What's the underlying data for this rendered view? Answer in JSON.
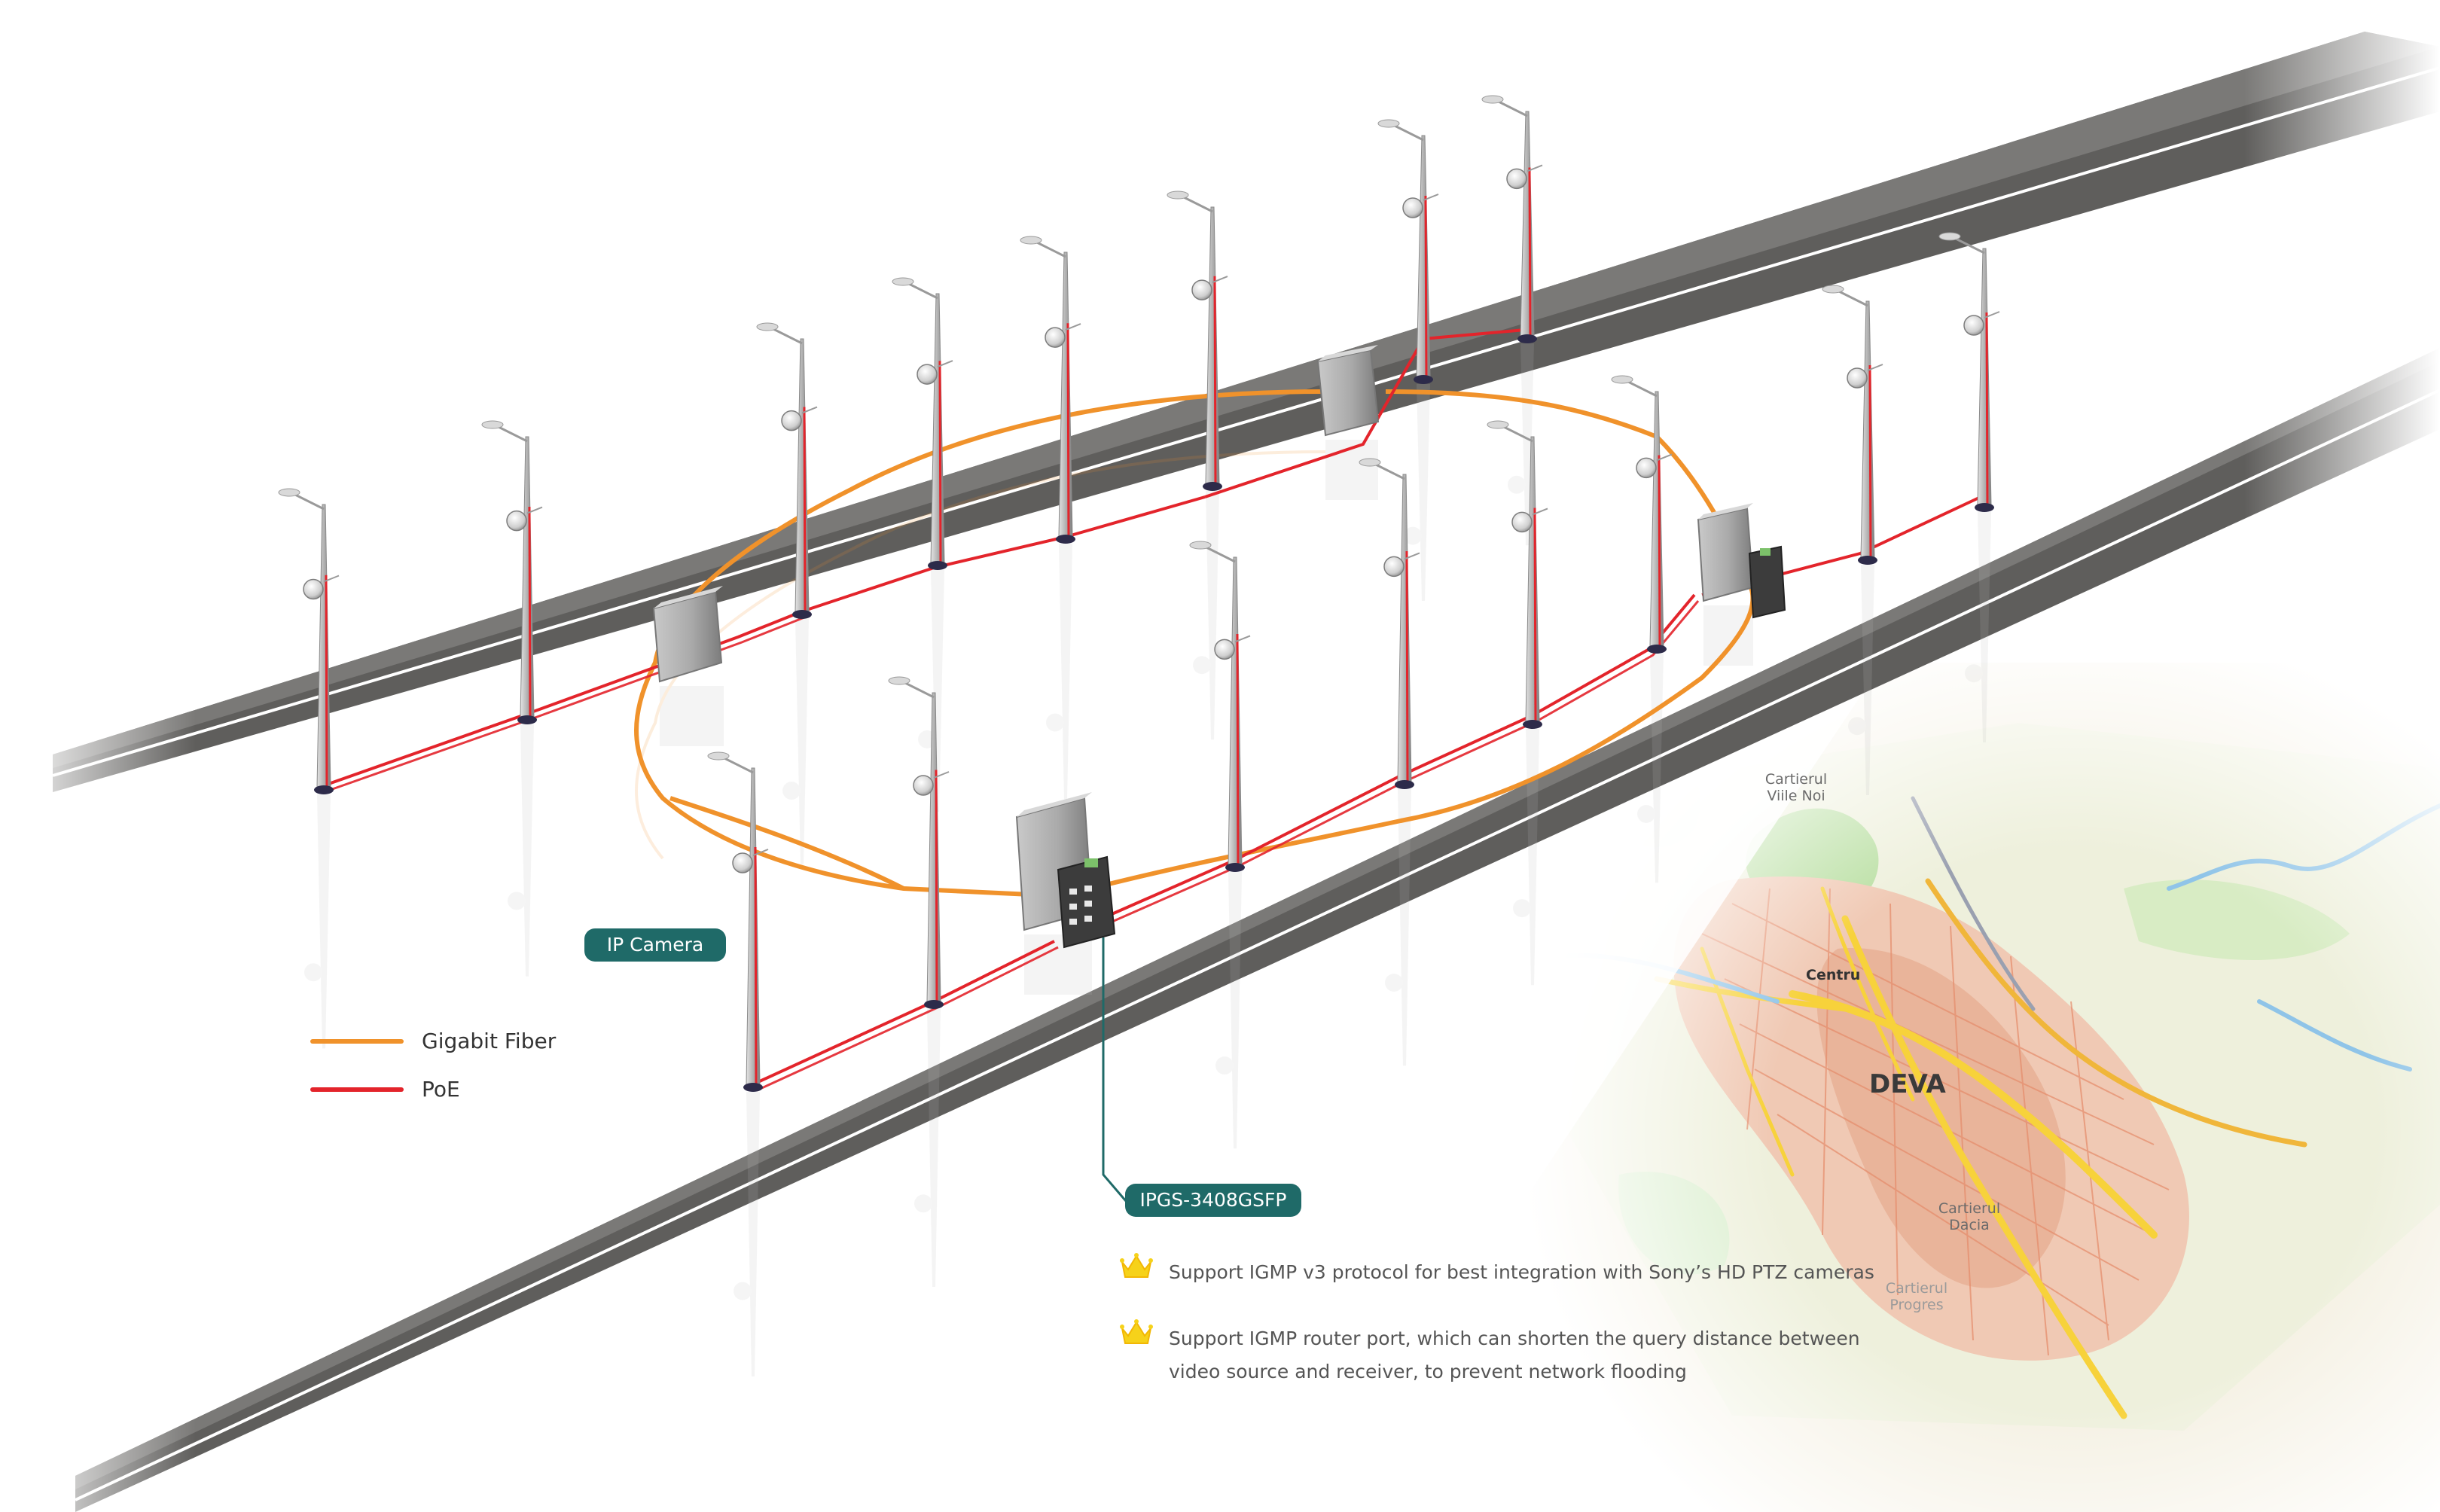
{
  "labels": {
    "ip_camera": "IP Camera",
    "switch_model": "IPGS-3408GSFP"
  },
  "legend": [
    {
      "label": "Gigabit Fiber",
      "color": "#f0922b"
    },
    {
      "label": "PoE",
      "color": "#e3242b"
    }
  ],
  "features": [
    "Support IGMP v3 protocol for best integration with Sony’s HD PTZ cameras",
    "Support IGMP router port, which can shorten the query distance between video source and receiver, to prevent network flooding"
  ],
  "map": {
    "city": "DEVA",
    "districts": [
      {
        "name": "Cartierul Viile Noi"
      },
      {
        "name": "Centru"
      },
      {
        "name": "Cartierul Dacia"
      },
      {
        "name": "Cartierul Progres"
      }
    ]
  },
  "colors": {
    "road": "#5f5e5c",
    "road_marking": "#ffffff",
    "fiber": "#f0922b",
    "poe": "#e3242b",
    "label_bg": "#1f6a68",
    "crown": "#f6d21a"
  },
  "icons": [
    "crown-icon",
    "street-pole-icon",
    "ptz-camera-icon",
    "cabinet-icon",
    "switch-icon"
  ]
}
